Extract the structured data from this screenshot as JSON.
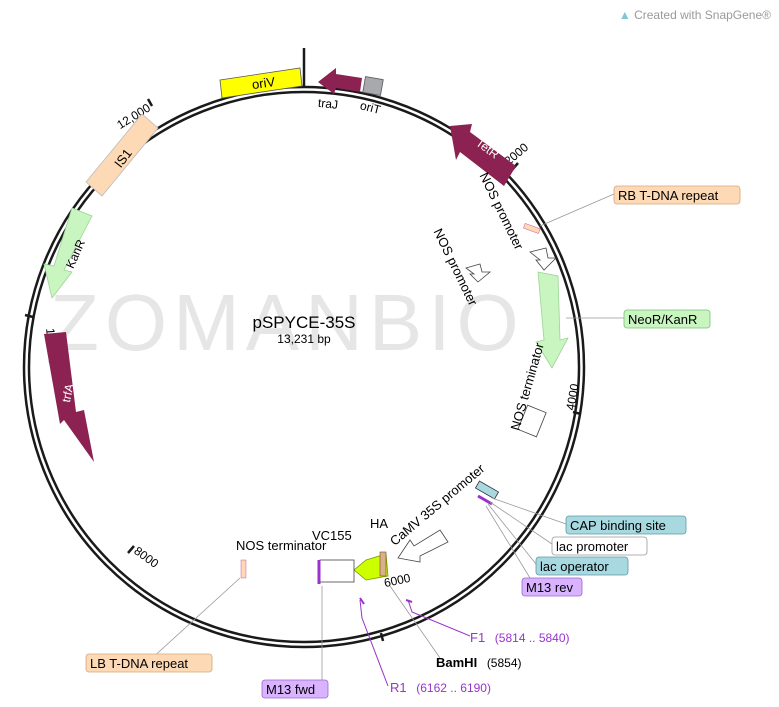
{
  "credit": {
    "prefix": "Created with ",
    "brand": "SnapGene",
    "mark": "®"
  },
  "watermark": "ZOMANBIO",
  "plasmid": {
    "name": "pSPYCE-35S",
    "length": "13,231 bp"
  },
  "ticks": [
    "2000",
    "4000",
    "6000",
    "8000",
    "10,000",
    "12,000"
  ],
  "features": {
    "oriV": "oriV",
    "traJ": "traJ",
    "oriT": "oriT",
    "TetR": "TetR",
    "IS1": "IS1",
    "KanR": "KanR",
    "trfA": "trfA",
    "NOS_promoter": "NOS promoter",
    "NOS_terminator": "NOS terminator",
    "CaMV": "CaMV 35S promoter",
    "VC155": "VC155",
    "HA": "HA"
  },
  "callouts": {
    "RB": "RB T-DNA repeat",
    "NeoR": "NeoR/KanR",
    "CAP": "CAP binding site",
    "lacP": "lac promoter",
    "lacO": "lac operator",
    "M13rev": "M13 rev",
    "M13fwd": "M13 fwd",
    "LB": "LB T-DNA repeat",
    "F1": "F1",
    "F1_range": "(5814 .. 5840)",
    "BamHI": "BamHI",
    "BamHI_pos": "(5854)",
    "R1": "R1",
    "R1_range": "(6162 .. 6190)"
  },
  "colors": {
    "backbone": "#1a1a1a",
    "maroon": "#8b2252",
    "yellow": "#ffff00",
    "peach": "#fdd9b5",
    "green": "#c8f5c0",
    "lime": "#ccff00",
    "teal_box": "#a8d8e0",
    "violet_box": "#d9b3ff",
    "primer": "#9933cc"
  }
}
